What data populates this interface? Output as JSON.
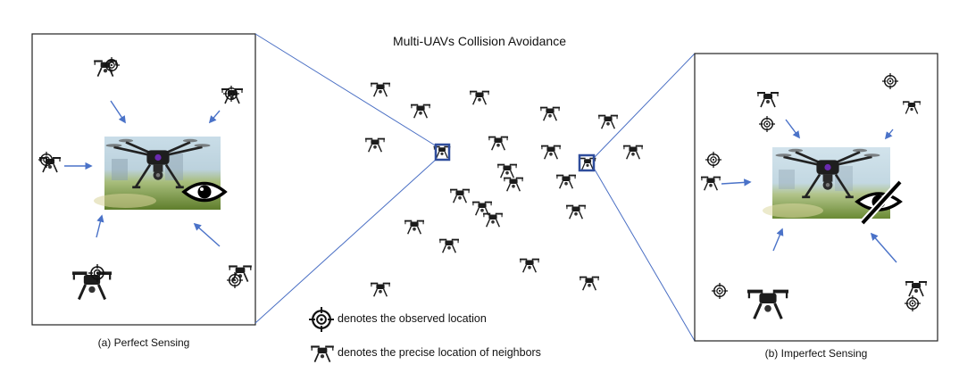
{
  "title": "Multi-UAVs Collision Avoidance",
  "panel_a": {
    "caption": "(a) Perfect Sensing"
  },
  "panel_b": {
    "caption": "(b) Imperfect Sensing"
  },
  "legend": {
    "observed": "denotes the observed location",
    "precise": "denotes the precise location of neighbors"
  },
  "icons": {
    "drone": "drone-icon",
    "target": "crosshair-target-icon",
    "eye": "eye-icon",
    "eye_off": "eye-slash-icon"
  },
  "colors": {
    "connector_line": "#4a6fc4",
    "arrow": "#4a72c8",
    "focus_square": "#2f4d9c",
    "drone": "#1c1c1c"
  }
}
